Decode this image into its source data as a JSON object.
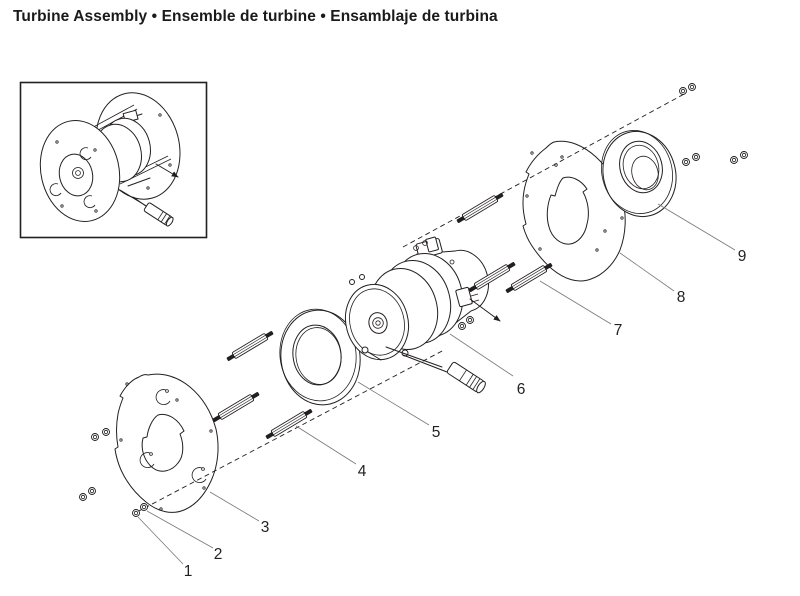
{
  "title": "Turbine Assembly • Ensemble de turbine • Ensamblaje de turbina",
  "figure": {
    "type": "exploded-parts-diagram",
    "callouts": [
      {
        "label": "1"
      },
      {
        "label": "2"
      },
      {
        "label": "3"
      },
      {
        "label": "4"
      },
      {
        "label": "5"
      },
      {
        "label": "6"
      },
      {
        "label": "7"
      },
      {
        "label": "8"
      },
      {
        "label": "9"
      }
    ]
  },
  "colors": {
    "line": "#231f20",
    "leader": "#77787b",
    "background": "#ffffff"
  }
}
